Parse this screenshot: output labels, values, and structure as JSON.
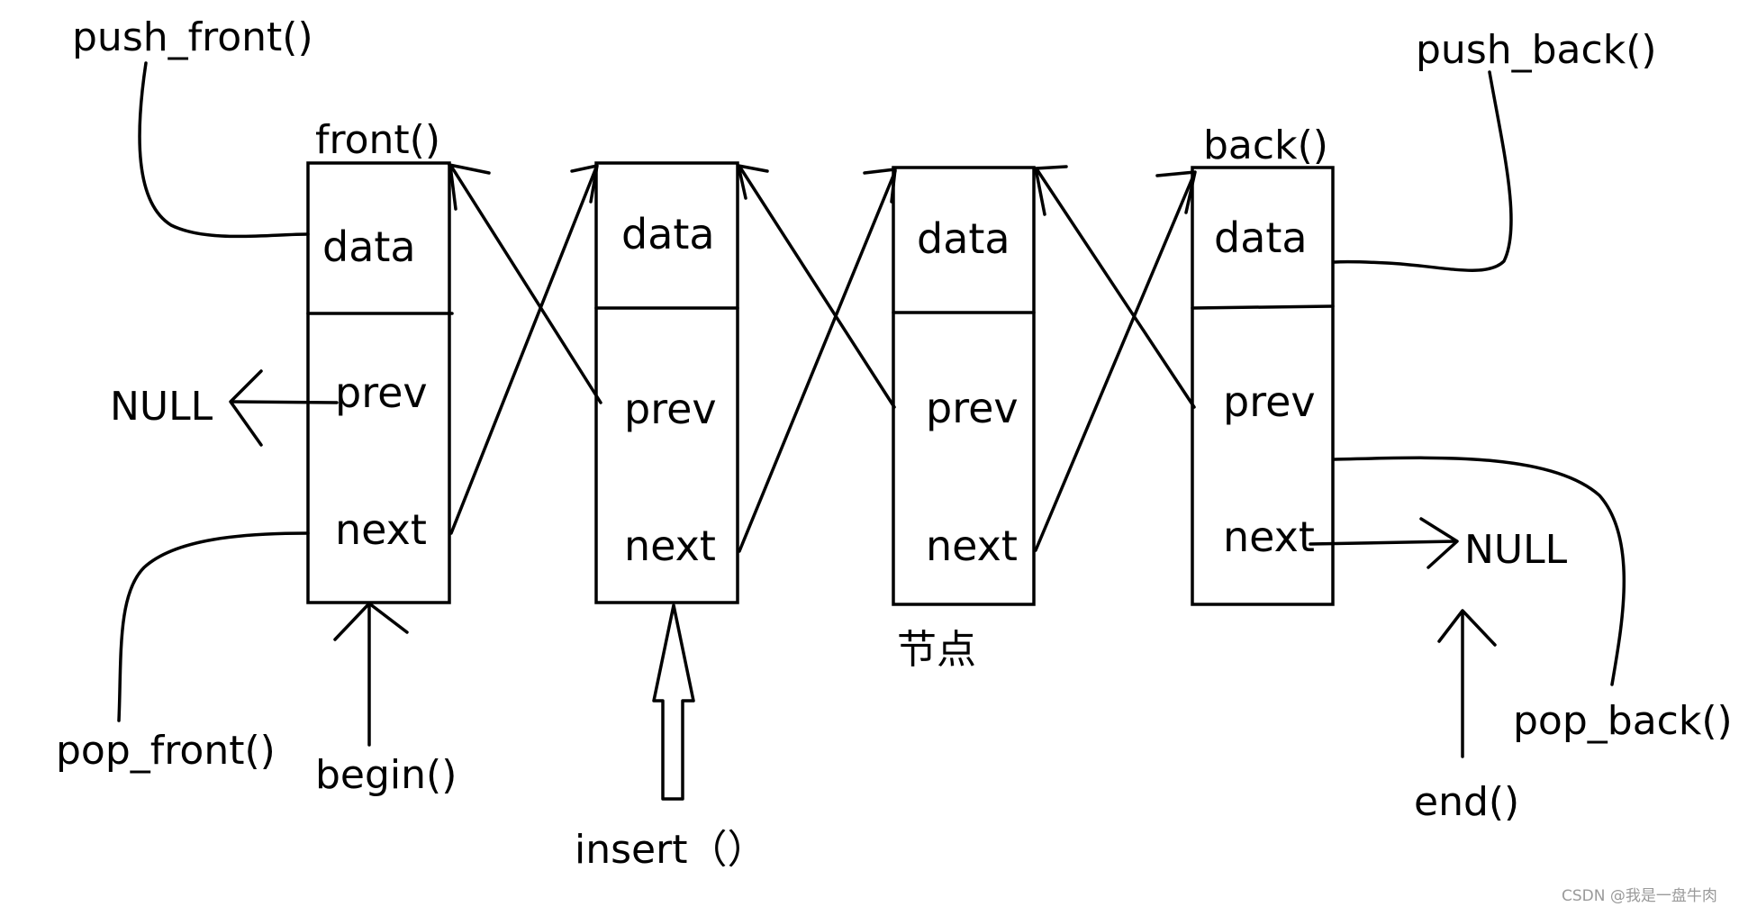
{
  "nodes": [
    {
      "data": "data",
      "prev": "prev",
      "next": "next"
    },
    {
      "data": "data",
      "prev": "prev",
      "next": "next"
    },
    {
      "data": "data",
      "prev": "prev",
      "next": "next"
    },
    {
      "data": "data",
      "prev": "prev",
      "next": "next"
    }
  ],
  "labels": {
    "push_front": "push_front()",
    "front": "front()",
    "back": "back()",
    "push_back": "push_back()",
    "null_left": "NULL",
    "null_right": "NULL",
    "pop_front": "pop_front()",
    "begin": "begin()",
    "insert": "insert（）",
    "node_caption": "节点",
    "end": "end()",
    "pop_back": "pop_back()"
  },
  "watermark": "CSDN @我是一盘牛肉"
}
